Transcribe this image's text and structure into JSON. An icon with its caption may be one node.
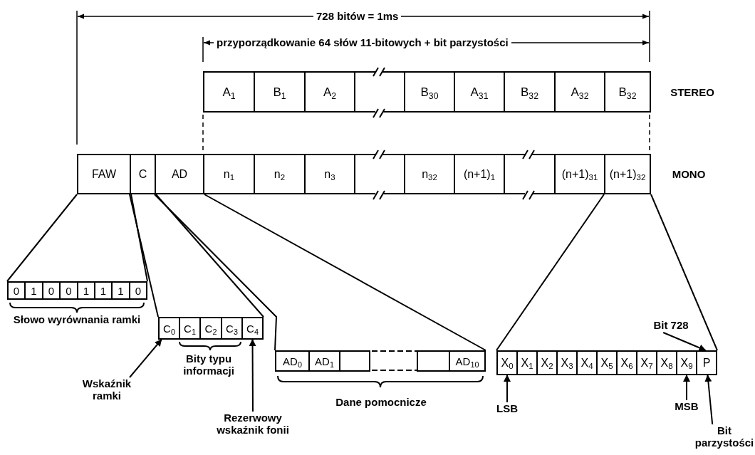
{
  "diagram": {
    "nodes": [
      {
        "text": [
          "A$_{1}$"
        ]
      },
      {
        "text": [
          "B$_{1}$"
        ]
      },
      {
        "text": [
          "A$_{2}$"
        ]
      },
      {
        "text": [],
        "shape": "box"
      },
      {
        "text": [
          "B$_{30}$"
        ]
      },
      {
        "text": [
          "A$_{31}$"
        ]
      },
      {
        "text": [
          "B$_{32}$"
        ]
      },
      {
        "text": [
          "A$_{32}$"
        ]
      },
      {
        "text": [
          "B$_{32}$"
        ]
      },
      {
        "text": [
          "FAW"
        ]
      },
      {
        "text": [
          "C"
        ]
      },
      {
        "text": [
          "AD"
        ]
      },
      {
        "text": [
          "n$_{1}$"
        ]
      },
      {
        "text": [
          "n$_{2}$"
        ]
      },
      {
        "text": [
          "n$_{3}$"
        ]
      },
      {
        "text": [],
        "shape": "box"
      },
      {
        "text": [
          "n$_{32}$"
        ]
      },
      {
        "text": [
          "(n+1)$_{1}$"
        ]
      },
      {
        "text": [],
        "shape": "box"
      },
      {
        "text": [
          "(n+1)$_{31}$"
        ]
      },
      {
        "text": [
          "(n+1)$_{32}$"
        ]
      },
      {
        "text": [
          "0"
        ]
      },
      {
        "text": [
          "1"
        ]
      },
      {
        "text": [
          "0"
        ]
      },
      {
        "text": [
          "0"
        ]
      },
      {
        "text": [
          "1"
        ]
      },
      {
        "text": [
          "1"
        ]
      },
      {
        "text": [
          "1"
        ]
      },
      {
        "text": [
          "0"
        ]
      },
      {
        "text": [
          "C$_{0}$"
        ]
      },
      {
        "text": [
          "C$_{1}$"
        ]
      },
      {
        "text": [
          "C$_{2}$"
        ]
      },
      {
        "text": [
          "C$_{3}$"
        ]
      },
      {
        "text": [
          "C$_{4}$"
        ]
      },
      {
        "text": [
          "Bit 728"
        ]
      },
      {
        "text": [
          "AD$_{0}$"
        ]
      },
      {
        "text": [
          "AD$_{1}$"
        ]
      },
      {
        "text": [],
        "shape": "box"
      },
      {
        "text": [],
        "shape": "box"
      },
      {
        "text": [
          "AD$_{10}$"
        ]
      },
      {
        "text": [
          "X$_{0}$"
        ]
      },
      {
        "text": [
          "X$_{1}$"
        ]
      },
      {
        "text": [
          "X$_{2}$"
        ]
      },
      {
        "text": [
          "X$_{3}$"
        ]
      },
      {
        "text": [
          "X$_{4}$"
        ]
      },
      {
        "text": [
          "X$_{5}$"
        ]
      },
      {
        "text": [
          "X$_{6}$"
        ]
      },
      {
        "text": [
          "X$_{7}$"
        ]
      },
      {
        "text": [
          "X$_{8}$"
        ]
      },
      {
        "text": [
          "X$_{9}$"
        ]
      },
      {
        "text": [
          "P"
        ]
      },
      {
        "text": [
          "Wskaźnik ramki"
        ]
      },
      {
        "text": [
          "LSB"
        ]
      },
      {
        "text": [
          "MSB"
        ]
      },
      {
        "text": [
          "Rezerwowy wskaźnik fonii"
        ]
      },
      {
        "text": [
          "Bit parzystości"
        ]
      }
    ],
    "edges": [
      {
        "from": 9,
        "to": 21,
        "arrow": "none"
      },
      {
        "from": 9,
        "to": 28,
        "arrow": "none"
      },
      {
        "from": 10,
        "to": 29,
        "arrow": "none"
      },
      {
        "from": 10,
        "to": 33,
        "arrow": "none"
      },
      {
        "from": 11,
        "to": 35,
        "arrow": "none"
      },
      {
        "from": 11,
        "to": 39,
        "arrow": "none"
      },
      {
        "from": 20,
        "to": 40,
        "arrow": "none"
      },
      {
        "from": 20,
        "to": 50,
        "arrow": "none"
      },
      {
        "from": 51,
        "to": 29,
        "arrow": "to"
      },
      {
        "from": 54,
        "to": 33,
        "arrow": "to"
      },
      {
        "from": 34,
        "to": 50,
        "arrow": "to"
      },
      {
        "from": 52,
        "to": 40,
        "arrow": "to"
      },
      {
        "from": 53,
        "to": 49,
        "arrow": "to"
      },
      {
        "from": 55,
        "to": 50,
        "arrow": "to"
      }
    ],
    "labels": [
      "728 bitów = 1ms",
      "przyporządkowanie 64 słów 11-bitowych + bit parzystości",
      "STEREO",
      "MONO",
      "Słowo wyrównania ramki",
      "Bity typu informacji",
      "Dane pomocnicze"
    ]
  }
}
